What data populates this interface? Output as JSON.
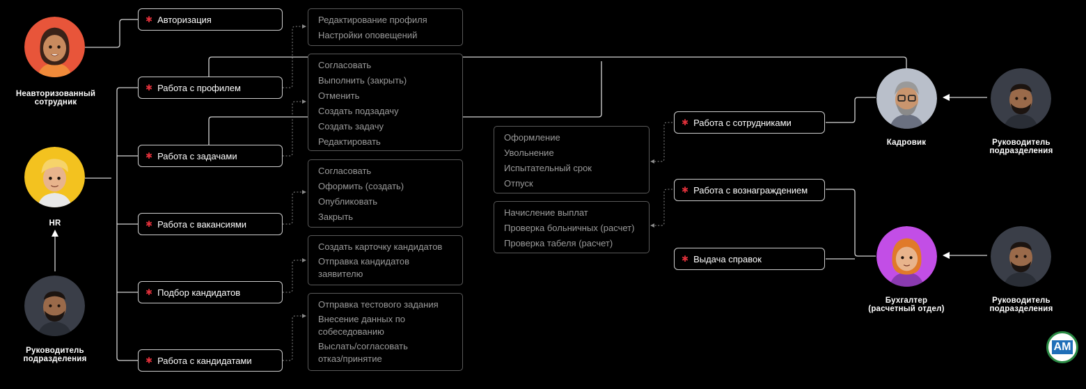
{
  "roles": {
    "unauth_employee": "Неавторизованный\nсотрудник",
    "hr": "HR",
    "head_left": "Руководитель\nподразделения",
    "kadrovik": "Кадровик",
    "head_right_top": "Руководитель\nподразделения",
    "accountant": "Бухгалтер\n(расчетный отдел)",
    "head_right_bottom": "Руководитель\nподразделения"
  },
  "functions": {
    "auth": "Авторизация",
    "profile": "Работа с профилем",
    "tasks": "Работа с задачами",
    "vacancies": "Работа с вакансиями",
    "selection": "Подбор кандидатов",
    "candidates": "Работа с кандидатами",
    "employees": "Работа с сотрудниками",
    "rewards": "Работа с вознаграждением",
    "certificates": "Выдача справок"
  },
  "panels": {
    "profile": [
      "Редактирование профиля",
      "Настройки оповещений"
    ],
    "tasks": [
      "Согласовать",
      "Выполнить (закрыть)",
      "Отменить",
      "Создать подзадачу",
      "Создать задачу",
      "Редактировать"
    ],
    "vacancies": [
      "Согласовать",
      "Оформить (создать)",
      "Опубликовать",
      "Закрыть"
    ],
    "selection": [
      "Создать карточку кандидатов",
      "Отправка кандидатов заявителю"
    ],
    "candidates": [
      "Отправка тестового задания",
      "Внесение данных по собеседованию",
      "Выслать/согласовать отказ/принятие"
    ],
    "employees": [
      "Оформление",
      "Увольнение",
      "Испытательный срок",
      "Отпуск"
    ],
    "rewards": [
      "Начисление выплат",
      "Проверка больничных (расчет)",
      "Проверка табеля (расчет)"
    ]
  },
  "logo_text": "AM",
  "colors": {
    "background": "#000000",
    "accent_star": "#e0303a",
    "node_border": "#cfcfcf",
    "panel_border": "#5a5a5a",
    "panel_text": "#9b9b9b",
    "avatar_orange": "#e8553a",
    "avatar_yellow": "#f3c21f",
    "avatar_dark": "#3a3e48",
    "avatar_gray": "#b9bfca",
    "avatar_purple": "#c24ee6",
    "logo_blue": "#1f6fb8",
    "logo_green": "#2a8a44"
  }
}
